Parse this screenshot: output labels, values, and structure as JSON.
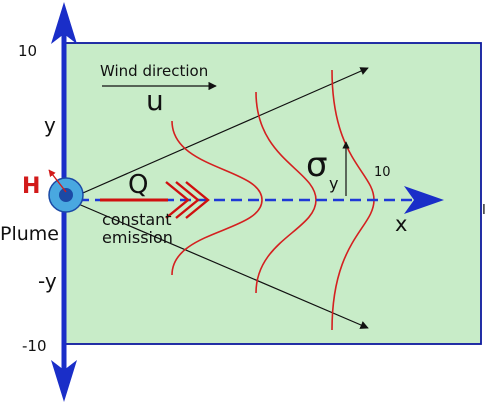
{
  "labels": {
    "y_top_tick": "10",
    "y_bottom_tick": "-10",
    "y_positive": "y",
    "y_negative": "-y",
    "wind_direction": "Wind direction",
    "wind_symbol": "u",
    "source_height": "H",
    "source_name": "Plume",
    "emission_rate": "Q",
    "emission_line1": "constant",
    "emission_line2": "emission",
    "sigma": "σ",
    "sigma_subscript": "y",
    "x_axis": "x",
    "right_tick": "10",
    "right_edge_mark": "I"
  },
  "colors": {
    "background": "#ffffff",
    "field_fill": "#c8ecc8",
    "field_border": "#0d1a9e",
    "axis_blue": "#1a2ec8",
    "centerline_blue": "#1f39d6",
    "source_fill": "#49a8e0",
    "source_core": "#1b4aa6",
    "emission_red": "#d01010",
    "curve_red": "#d42020",
    "label_red": "#d21a1a",
    "ink": "#111111"
  },
  "icons": {
    "source": "circle-source-icon",
    "emission": "triple-chevron-arrow-icon",
    "axis_ends": "arrowhead-icon"
  }
}
